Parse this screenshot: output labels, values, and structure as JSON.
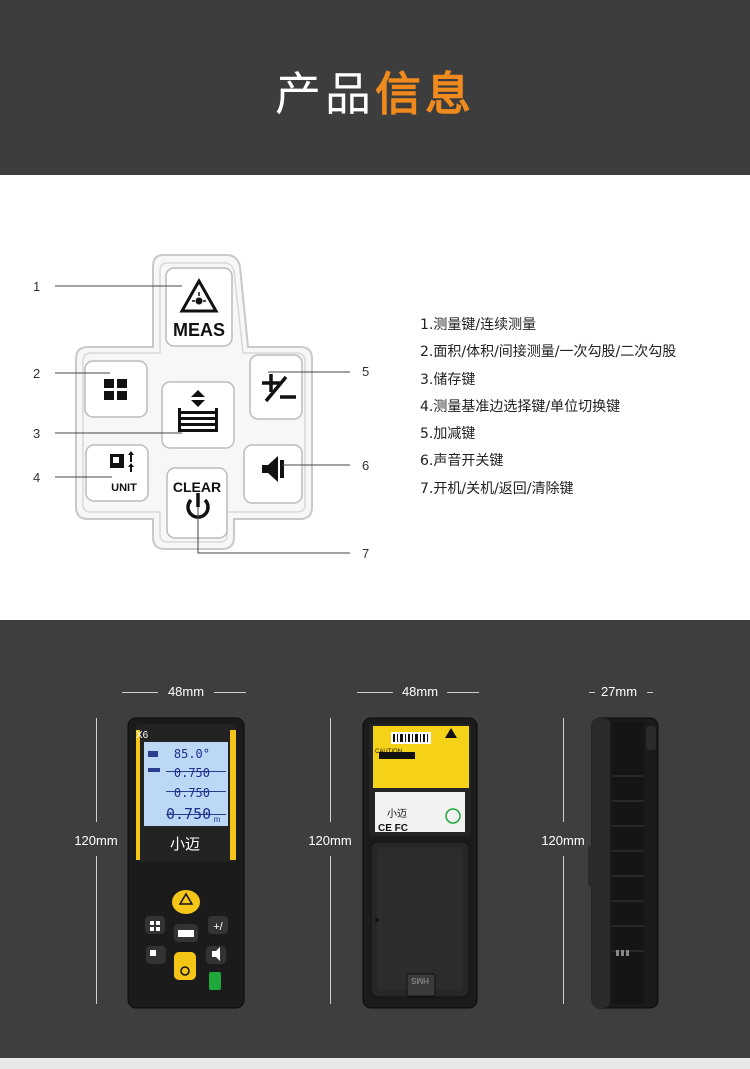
{
  "header": {
    "title_part1": "产品",
    "title_part2": "信息"
  },
  "keypad": {
    "callouts": [
      "1",
      "2",
      "3",
      "4",
      "5",
      "6",
      "7"
    ],
    "keys": {
      "meas": "MEAS",
      "clear": "CLEAR",
      "unit": "UNIT"
    }
  },
  "descriptions": [
    "1.测量键/连续测量",
    "2.面积/体积/间接测量/一次勾股/二次勾股",
    "3.储存键",
    "4.测量基准边选择键/单位切换键",
    "5.加减键",
    "6.声音开关键",
    "7.开机/关机/返回/清除键"
  ],
  "dimensions": {
    "front_width": "48mm",
    "back_width": "48mm",
    "side_width": "27mm",
    "front_height": "120mm",
    "back_height": "120mm",
    "side_height": "120mm"
  },
  "device": {
    "model": "X6",
    "brand": "小迈",
    "lcd_values": [
      "85.0°",
      "0.750",
      "0.750",
      "0.750"
    ],
    "lcd_unit": "m",
    "label_caution": "CAUTION",
    "label_marks": "CE FC",
    "bottom_mark": "HMS"
  },
  "colors": {
    "header_bg": "#3d3d3d",
    "accent_orange": "#f08a1c",
    "band_bg": "#3e3e3e",
    "device_yellow": "#f5c518",
    "lcd_blue": "#bcd8f5"
  }
}
